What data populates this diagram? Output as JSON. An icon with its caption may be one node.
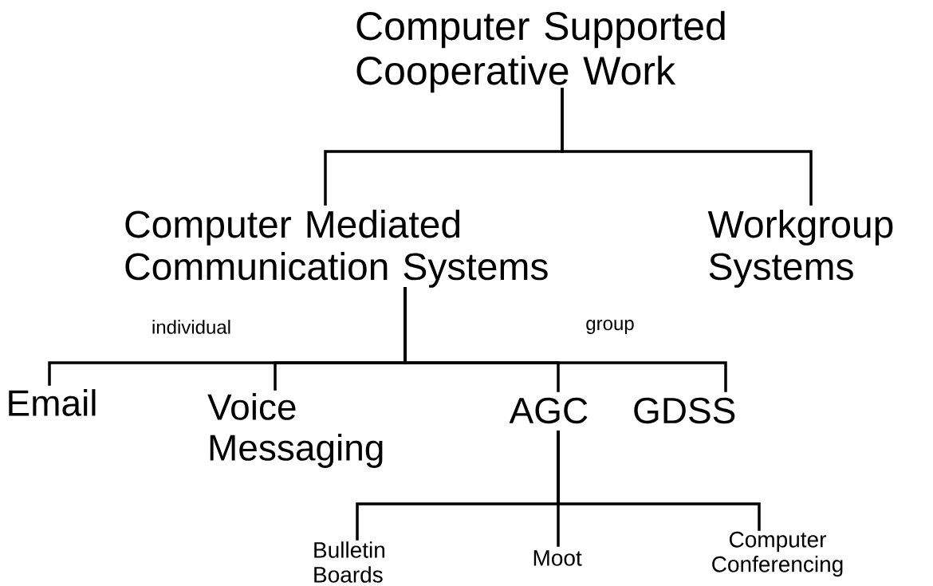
{
  "diagram": {
    "nodes": [
      {
        "text": [
          "Computer Supported Cooperative Work"
        ]
      },
      {
        "text": [
          "Computer Mediated Communication Systems"
        ]
      },
      {
        "text": [
          "Workgroup Systems"
        ]
      },
      {
        "text": [
          "Email"
        ]
      },
      {
        "text": [
          "Voice Messaging"
        ]
      },
      {
        "text": [
          "AGC"
        ]
      },
      {
        "text": [
          "GDSS"
        ]
      },
      {
        "text": [
          "Bulletin Boards"
        ]
      },
      {
        "text": [
          "Moot"
        ]
      },
      {
        "text": [
          "Computer Conferencing"
        ]
      }
    ],
    "edges": [
      {
        "from": 0,
        "to": 1,
        "arrow": "none"
      },
      {
        "from": 0,
        "to": 2,
        "arrow": "none"
      },
      {
        "from": 1,
        "to": 3,
        "arrow": "none"
      },
      {
        "from": 1,
        "to": 4,
        "arrow": "none"
      },
      {
        "from": 1,
        "to": 5,
        "arrow": "none"
      },
      {
        "from": 1,
        "to": 6,
        "arrow": "none"
      },
      {
        "from": 5,
        "to": 7,
        "arrow": "none"
      },
      {
        "from": 5,
        "to": 8,
        "arrow": "none"
      },
      {
        "from": 5,
        "to": 9,
        "arrow": "none"
      }
    ],
    "labels": [
      "individual",
      "group"
    ]
  }
}
